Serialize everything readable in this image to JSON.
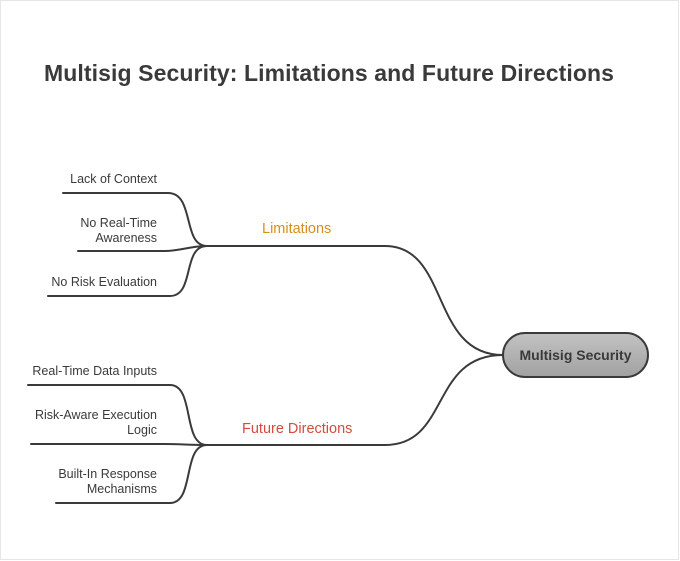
{
  "title": "Multisig Security: Limitations and Future Directions",
  "root": {
    "label": "Multisig Security"
  },
  "branches": [
    {
      "label": "Limitations",
      "color": "#d98e1a",
      "leaves": [
        {
          "line1": "Lack of Context",
          "line2": ""
        },
        {
          "line1": "No Real-Time",
          "line2": "Awareness"
        },
        {
          "line1": "No Risk Evaluation",
          "line2": ""
        }
      ]
    },
    {
      "label": "Future Directions",
      "color": "#d24c3f",
      "leaves": [
        {
          "line1": "Real-Time Data Inputs",
          "line2": ""
        },
        {
          "line1": "Risk-Aware Execution",
          "line2": "Logic"
        },
        {
          "line1": "Built-In Response",
          "line2": "Mechanisms"
        }
      ]
    }
  ]
}
